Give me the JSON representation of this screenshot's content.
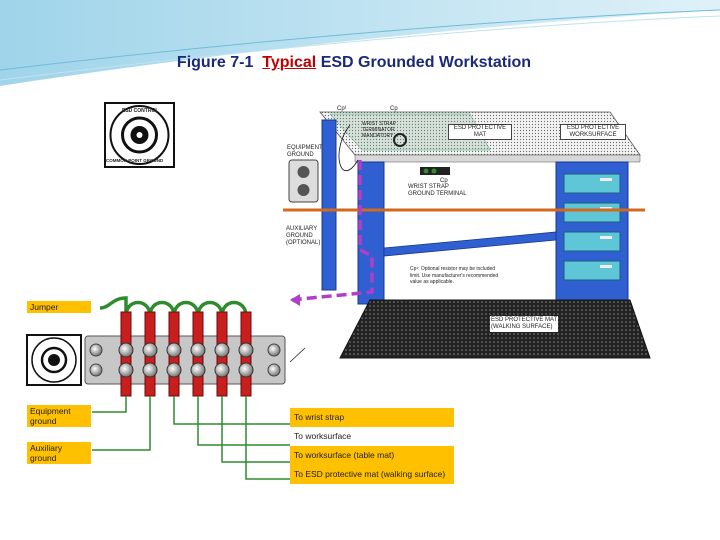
{
  "slide": {
    "title_prefix": "Figure 7-1",
    "title_highlight": "Typical",
    "title_suffix": "ESD Grounded Workstation"
  },
  "diagram": {
    "seal_top_text": "ESD CONTROL",
    "seal_bottom_text": "COMMON POINT GROUND",
    "annotations": {
      "cp1": "Cp¹",
      "cp_b": "Cp",
      "wrist_strap_mandatory": "WRIST STRAP\nTERMINATOR\nMANDATORY",
      "esd_protective_mat": "ESD PROTECTIVE\nMAT",
      "esd_protective_worksurface": "ESD PROTECTIVE\nWORKSURFACE",
      "equipment_ground": "EQUIPMENT\nGROUND",
      "cp_c": "Cp",
      "wrist_strap_ground_terminal": "WRIST STRAP\nGROUND TERMINAL",
      "auxiliary_ground": "AUXILIARY\nGROUND\n(OPTIONAL)",
      "optional_resistor_note": "Cp¹: Optional resistor may be included\nlimit. Use manufacturer's recommended\nvalue as applicable.",
      "cp_d": "Cp¹",
      "floor_mat": "ESD PROTECTIVE MAT\n(WALKING SURFACE)"
    },
    "labels": {
      "jumper": "Jumper",
      "equipment_ground": "Equipment ground",
      "auxiliary_ground": "Auxiliary ground"
    },
    "connections": [
      "To wrist strap",
      "To worksurface",
      "To worksurface (table mat)",
      "To ESD protective mat (walking surface)"
    ],
    "colors": {
      "title": "#1a2a7a",
      "highlight": "#c00000",
      "label_fill": "#ffc000",
      "wire_green": "#2e8b2e",
      "terminal_red": "#c81e1e",
      "bench_blue": "#2f5fd0",
      "drawer_cyan": "#5fc6d8",
      "ground_line": "#d2691e",
      "ground_wire": "#b03ec8"
    }
  }
}
